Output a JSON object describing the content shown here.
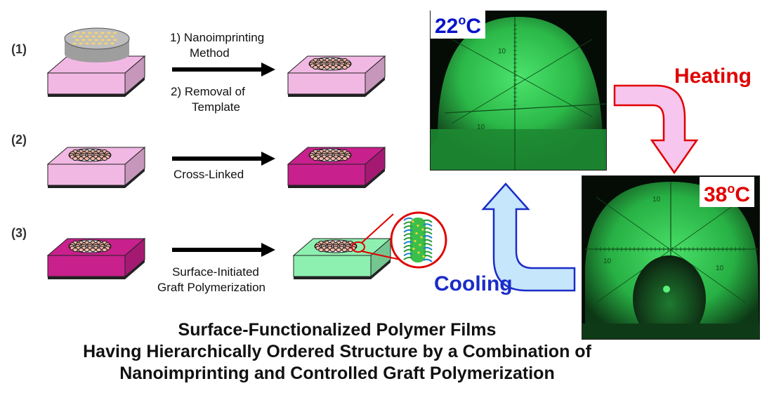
{
  "steps": [
    {
      "number": "(1)",
      "label_lines": [
        "1) Nanoimprinting",
        "Method",
        "2) Removal of",
        "Template"
      ]
    },
    {
      "number": "(2)",
      "label_lines": [
        "Cross-Linked"
      ]
    },
    {
      "number": "(3)",
      "label_lines": [
        "Surface-Initiated",
        "Graft Polymerization"
      ]
    }
  ],
  "photos": {
    "low": {
      "temp_value": "22",
      "temp_sup": "o",
      "temp_unit": "C",
      "temp_color": "#0a14c8"
    },
    "high": {
      "temp_value": "38",
      "temp_sup": "o",
      "temp_unit": "C",
      "temp_color": "#e00000"
    }
  },
  "flow": {
    "heating": {
      "label": "Heating",
      "color": "#e00000"
    },
    "cooling": {
      "label": "Cooling",
      "color": "#1a2cc8"
    }
  },
  "scale_label": "10",
  "caption": [
    "Surface-Functionalized Polymer Films",
    "Having Hierarchically Ordered Structure by a Combination of",
    "Nanoimprinting and Controlled Graft Polymerization"
  ],
  "colors": {
    "film_light_pink": "#f2b8e4",
    "film_magenta": "#c8208c",
    "film_green": "#8ef0b0",
    "template_gray": "#bdbdbd",
    "glow_green": "#39d65a",
    "heating_fill": "#f6c6ee",
    "cooling_fill": "#c6e6fb"
  }
}
